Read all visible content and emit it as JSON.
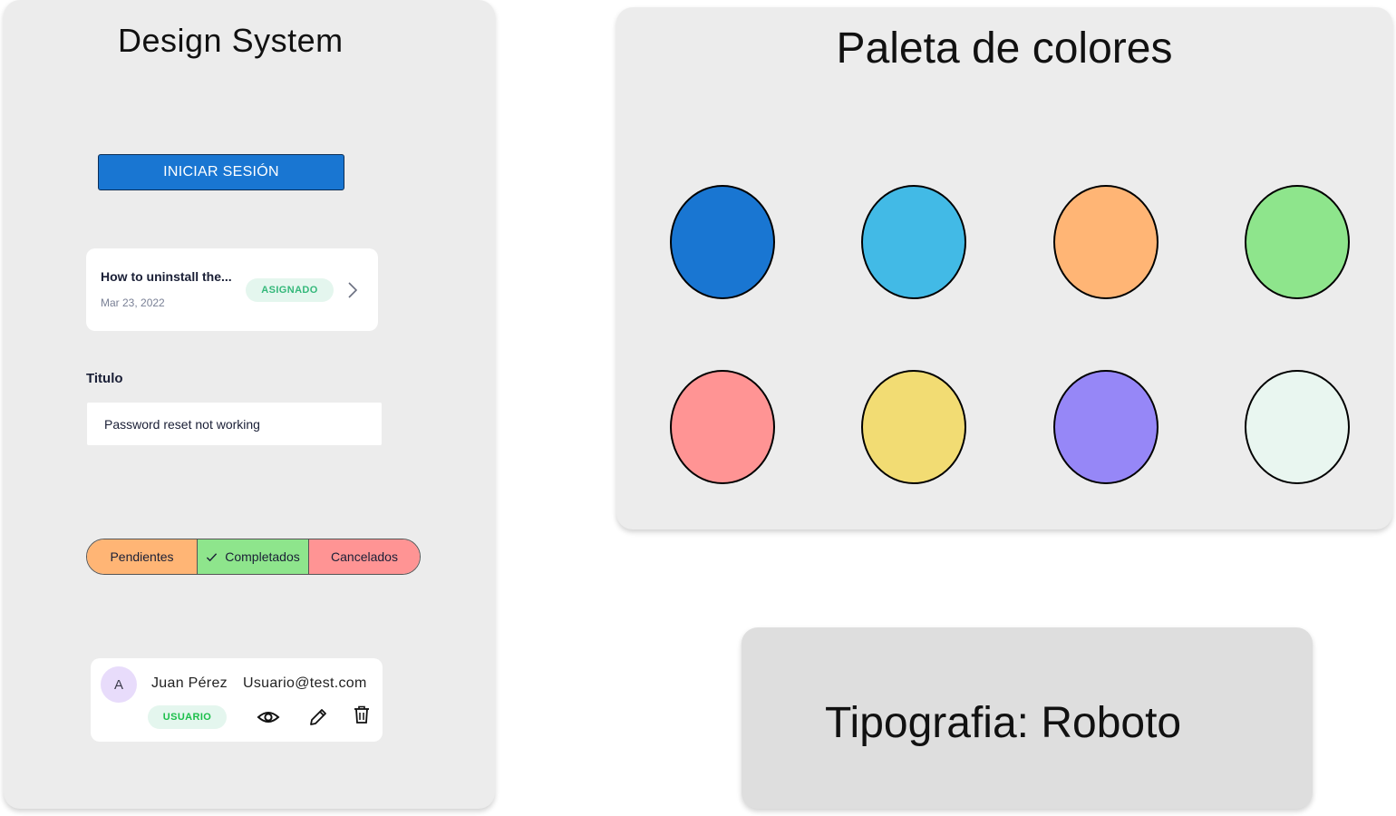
{
  "left_panel": {
    "title": "Design System",
    "login_button": "INICIAR SESIÓN",
    "ticket": {
      "title": "How to uninstall the...",
      "date": "Mar 23, 2022",
      "status": "ASIGNADO"
    },
    "form": {
      "label": "Titulo",
      "value": "Password reset not working"
    },
    "segmented": {
      "items": [
        "Pendientes",
        "Completados",
        "Cancelados"
      ],
      "selected": "Completados",
      "colors": [
        "#ffb575",
        "#8ee58c",
        "#ff9494"
      ]
    },
    "user_card": {
      "avatar_initial": "A",
      "name": "Juan Pérez",
      "email": "Usuario@test.com",
      "role": "USUARIO",
      "actions": [
        "eye-icon",
        "pencil-icon",
        "trash-icon"
      ]
    }
  },
  "palette": {
    "title": "Paleta de colores",
    "colors": [
      "#1976d2",
      "#42bae6",
      "#ffb575",
      "#8ee58c",
      "#ff9494",
      "#f2dc73",
      "#9687f7",
      "#e9f6f0"
    ]
  },
  "typography": {
    "label": "Tipografia: Roboto"
  }
}
